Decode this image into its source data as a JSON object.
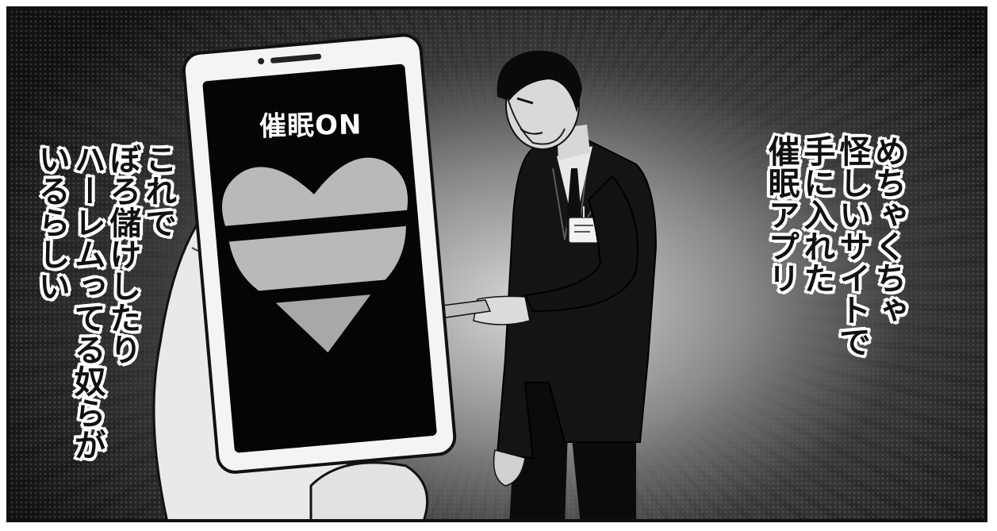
{
  "phone": {
    "screen_text": "催眠ON"
  },
  "caption_left": {
    "lines": [
      "これで",
      "ぼろ儲けしたり",
      "ハーレムってる奴らが",
      "いるらしい"
    ]
  },
  "caption_right": {
    "lines": [
      "めちゃくちゃ",
      "怪しいサイトで",
      "手に入れた",
      "催眠アプリ"
    ]
  }
}
